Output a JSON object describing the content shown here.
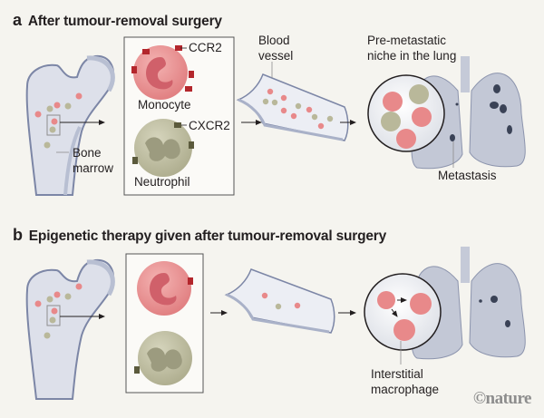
{
  "figure": {
    "panels": [
      {
        "letter": "a",
        "title": "After tumour-removal surgery",
        "labels": {
          "bone_marrow": "Bone\nmarrow",
          "ccr2": "CCR2",
          "monocyte": "Monocyte",
          "cxcr2": "CXCR2",
          "neutrophil": "Neutrophil",
          "blood_vessel": "Blood\nvessel",
          "niche": "Pre-metastatic\nniche in the lung",
          "metastasis": "Metastasis"
        }
      },
      {
        "letter": "b",
        "title": "Epigenetic therapy given after tumour-removal surgery",
        "labels": {
          "macrophage": "Interstitial\nmacrophage"
        }
      }
    ],
    "credit": "©nature",
    "colors": {
      "background": "#f5f4ef",
      "monocyte": "#e8898a",
      "neutrophil": "#b9b89a",
      "bone": "#dde0ea",
      "bone_outline": "#7c86a6",
      "receptor_ccr2": "#b3262c",
      "receptor_cxcr2": "#5b5a3c",
      "metastasis": "#3a4256"
    }
  }
}
